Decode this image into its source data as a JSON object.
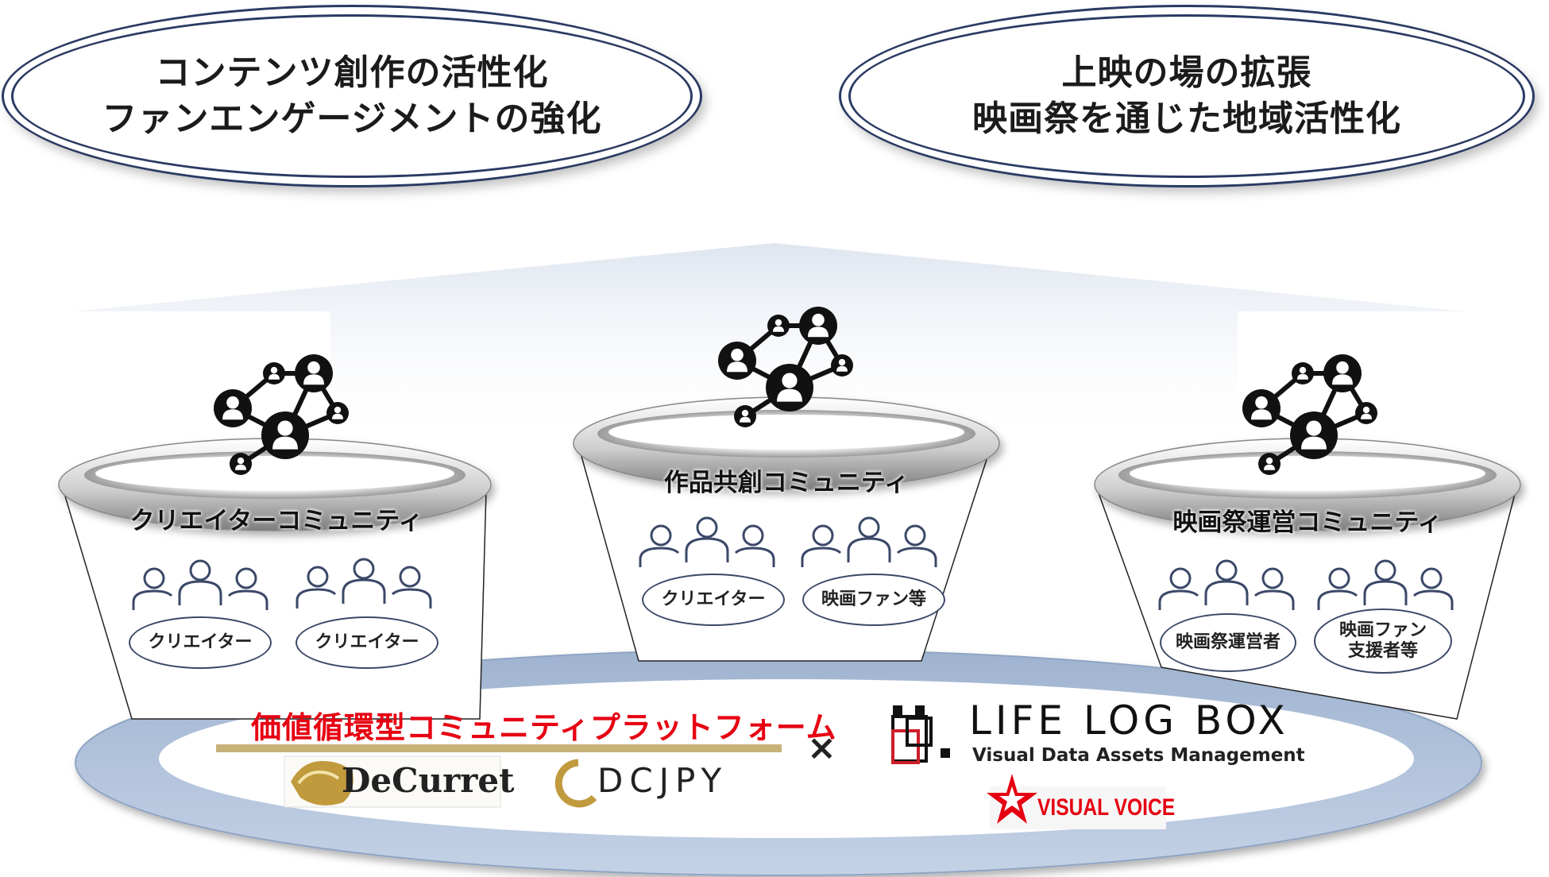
{
  "goals": {
    "left": [
      "コンテンツ創作の活性化",
      "ファンエンゲージメントの強化"
    ],
    "right": [
      "上映の場の拡張",
      "映画祭を通じた地域活性化"
    ]
  },
  "communities": [
    {
      "title": "クリエイターコミュニティ",
      "groups": [
        [
          "クリエイター"
        ],
        [
          "クリエイター"
        ]
      ]
    },
    {
      "title": "作品共創コミュニティ",
      "groups": [
        [
          "クリエイター"
        ],
        [
          "映画ファン等"
        ]
      ]
    },
    {
      "title": "映画祭運営コミュニティ",
      "groups": [
        [
          "映画祭運営者"
        ],
        [
          "映画ファン",
          "支援者等"
        ]
      ]
    }
  ],
  "platform": {
    "label": "価値循環型コミュニティプラットフォーム",
    "times": "×",
    "decurret": "DeCurret",
    "dcjpy": "DCJPY",
    "lifelogbox": "LIFE LOG BOX",
    "lifelogbox_sub": "Visual Data Assets Management",
    "visualvoice": "VISUAL VOICE"
  },
  "colors": {
    "platform_red": "#e60012",
    "ring_blue": "#a9bcd6",
    "outline_navy": "#2b3a63"
  }
}
